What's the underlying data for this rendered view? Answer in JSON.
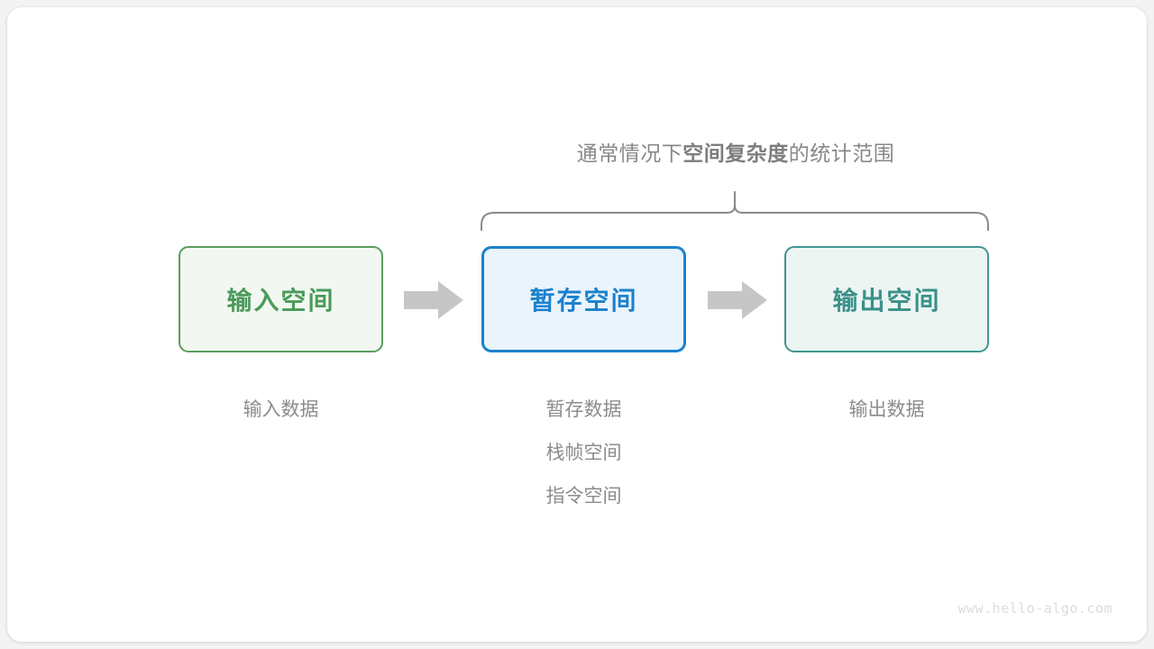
{
  "diagram": {
    "brace_caption": {
      "prefix": "通常情况下",
      "emphasis": "空间复杂度",
      "suffix": "的统计范围"
    },
    "boxes": [
      {
        "label": "输入空间",
        "accent": "#4a9a5a",
        "fill": "#f2f8f1",
        "border": "#5a9e5e"
      },
      {
        "label": "暂存空间",
        "accent": "#1b81cd",
        "fill": "#eaf4fd",
        "border": "#1b81cd"
      },
      {
        "label": "输出空间",
        "accent": "#3a9189",
        "fill": "#edf5f3",
        "border": "#3f9790"
      }
    ],
    "arrows": [
      {
        "name": "arrow-input-to-buffer",
        "color": "#c6c6c6"
      },
      {
        "name": "arrow-buffer-to-output",
        "color": "#c6c6c6"
      }
    ],
    "captions": {
      "input": [
        "输入数据"
      ],
      "buffer": [
        "暂存数据",
        "栈帧空间",
        "指令空间"
      ],
      "output": [
        "输出数据"
      ]
    },
    "brace": {
      "color": "#8a8a8a"
    },
    "watermark": "www.hello-algo.com"
  }
}
